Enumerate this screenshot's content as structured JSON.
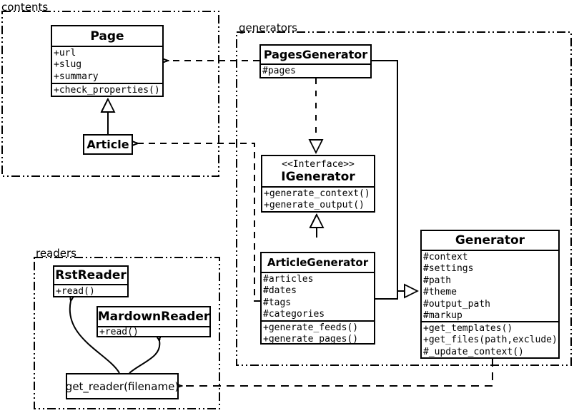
{
  "packages": {
    "contents": {
      "label": "contents"
    },
    "generators": {
      "label": "generators"
    },
    "readers": {
      "label": "readers"
    }
  },
  "classes": {
    "page": {
      "name": "Page",
      "attributes": [
        "+url",
        "+slug",
        "+summary"
      ],
      "methods": [
        "+check_properties()"
      ]
    },
    "article": {
      "name": "Article"
    },
    "pages_generator": {
      "name": "PagesGenerator",
      "attributes": [
        "#pages"
      ]
    },
    "igenerator": {
      "stereotype": "<<Interface>>",
      "name": "IGenerator",
      "methods": [
        "+generate_context()",
        "+generate_output()"
      ]
    },
    "article_generator": {
      "name": "ArticleGenerator",
      "attributes": [
        "#articles",
        "#dates",
        "#tags",
        "#categories"
      ],
      "methods": [
        "+generate_feeds()",
        "+generate_pages()"
      ]
    },
    "generator": {
      "name": "Generator",
      "attributes": [
        "#context",
        "#settings",
        "#path",
        "#theme",
        "#output_path",
        "#markup"
      ],
      "methods": [
        "+get_templates()",
        "+get_files(path,exclude)",
        "#_update_context()"
      ]
    },
    "rst_reader": {
      "name": "RstReader",
      "methods": [
        "+read()"
      ]
    },
    "mardown_reader": {
      "name": "MardownReader",
      "methods": [
        "+read()"
      ]
    },
    "get_reader": {
      "label": "get_reader(filename)"
    }
  },
  "relationships": [
    {
      "type": "generalization",
      "from": "Article",
      "to": "Page"
    },
    {
      "type": "realization",
      "from": "PagesGenerator",
      "to": "IGenerator"
    },
    {
      "type": "generalization",
      "from": "ArticleGenerator",
      "to": "IGenerator"
    },
    {
      "type": "generalization",
      "from": "PagesGenerator",
      "to": "Generator"
    },
    {
      "type": "generalization",
      "from": "ArticleGenerator",
      "to": "Generator"
    },
    {
      "type": "dependency",
      "from": "PagesGenerator",
      "to": "Page"
    },
    {
      "type": "dependency",
      "from": "ArticleGenerator",
      "to": "Article"
    },
    {
      "type": "dependency",
      "from": "Generator",
      "to": "get_reader(filename)"
    },
    {
      "type": "call",
      "from": "get_reader(filename)",
      "to": "RstReader"
    },
    {
      "type": "call",
      "from": "get_reader(filename)",
      "to": "MardownReader"
    }
  ],
  "colors": {
    "line": "#000000",
    "background": "#ffffff"
  }
}
